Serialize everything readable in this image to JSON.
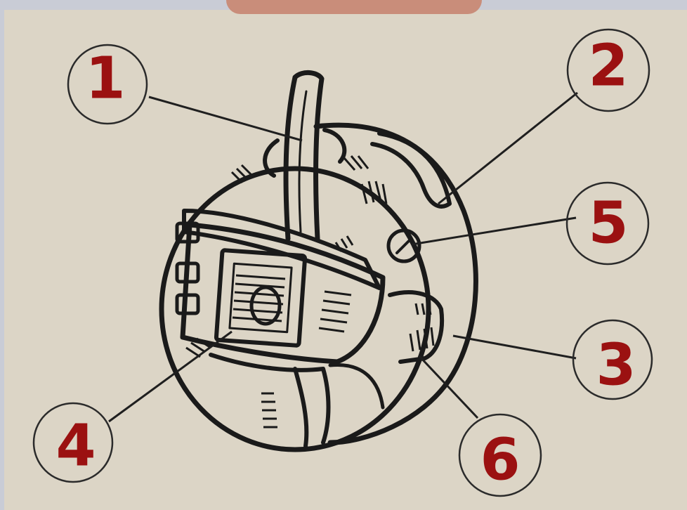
{
  "colors": {
    "background": "#c9ccd6",
    "paper": "#dcd5c6",
    "ink": "#1a1a1a",
    "callout_number": "#9b1111"
  },
  "callouts": [
    {
      "id": "1",
      "label": "1"
    },
    {
      "id": "2",
      "label": "2"
    },
    {
      "id": "5",
      "label": "5"
    },
    {
      "id": "3",
      "label": "3"
    },
    {
      "id": "4",
      "label": "4"
    },
    {
      "id": "6",
      "label": "6"
    }
  ]
}
